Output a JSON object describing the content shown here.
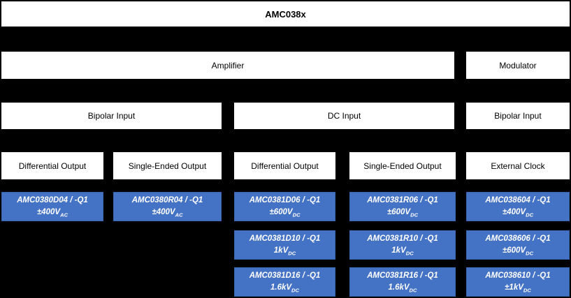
{
  "colors": {
    "background": "#000000",
    "white_node_bg": "#ffffff",
    "white_node_text": "#000000",
    "blue_node_bg": "#4472c4",
    "blue_node_text": "#ffffff"
  },
  "root": {
    "label": "AMC038x"
  },
  "level2": {
    "amplifier": "Amplifier",
    "modulator": "Modulator"
  },
  "level3": {
    "bipolar_left": "Bipolar Input",
    "dc_input": "DC Input",
    "bipolar_right": "Bipolar Input"
  },
  "level4": {
    "col1": "Differential Output",
    "col2": "Single-Ended Output",
    "col3": "Differential Output",
    "col4": "Single-Ended Output",
    "col5": "External Clock"
  },
  "products": [
    {
      "name": "AMC0380D04 / -Q1",
      "rating": "±400V",
      "rating_sub": "AC"
    },
    {
      "name": "AMC0380R04 / -Q1",
      "rating": "±400V",
      "rating_sub": "AC"
    },
    {
      "name": "AMC0381D06 / -Q1",
      "rating": "±600V",
      "rating_sub": "DC"
    },
    {
      "name": "AMC0381R06 / -Q1",
      "rating": "±600V",
      "rating_sub": "DC"
    },
    {
      "name": "AMC038604 / -Q1",
      "rating": "±400V",
      "rating_sub": "DC"
    },
    {
      "name": "AMC0381D10 / -Q1",
      "rating": "1kV",
      "rating_sub": "DC"
    },
    {
      "name": "AMC0381R10 / -Q1",
      "rating": "1kV",
      "rating_sub": "DC"
    },
    {
      "name": "AMC038606 / -Q1",
      "rating": "±600V",
      "rating_sub": "DC"
    },
    {
      "name": "AMC0381D16 / -Q1",
      "rating": "1.6kV",
      "rating_sub": "DC"
    },
    {
      "name": "AMC0381R16 / -Q1",
      "rating": "1.6kV",
      "rating_sub": "DC"
    },
    {
      "name": "AMC038610 / -Q1",
      "rating": "±1kV",
      "rating_sub": "DC"
    }
  ]
}
